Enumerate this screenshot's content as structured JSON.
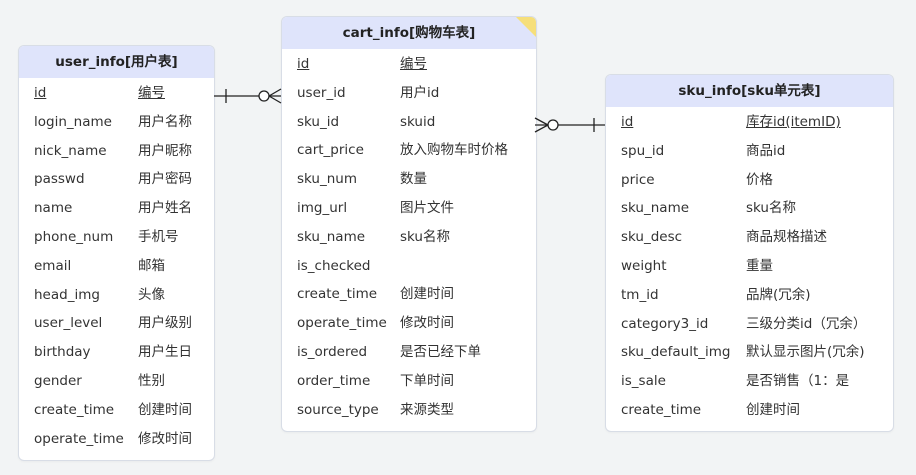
{
  "tables": {
    "user_info": {
      "title": "user_info[用户表]",
      "rows": [
        {
          "field": "id",
          "desc": "编号",
          "pk": true
        },
        {
          "field": "login_name",
          "desc": "用户名称"
        },
        {
          "field": "nick_name",
          "desc": "用户昵称"
        },
        {
          "field": "passwd",
          "desc": "用户密码"
        },
        {
          "field": "name",
          "desc": "用户姓名"
        },
        {
          "field": "phone_num",
          "desc": "手机号"
        },
        {
          "field": "email",
          "desc": "邮箱"
        },
        {
          "field": "head_img",
          "desc": "头像"
        },
        {
          "field": "user_level",
          "desc": "用户级别"
        },
        {
          "field": "birthday",
          "desc": "用户生日"
        },
        {
          "field": "gender",
          "desc": "性别"
        },
        {
          "field": "create_time",
          "desc": "创建时间"
        },
        {
          "field": "operate_time",
          "desc": "修改时间"
        }
      ]
    },
    "cart_info": {
      "title": "cart_info[购物车表]",
      "rows": [
        {
          "field": "id",
          "desc": "编号",
          "pk": true
        },
        {
          "field": "user_id",
          "desc": "用户id"
        },
        {
          "field": "sku_id",
          "desc": "skuid"
        },
        {
          "field": "cart_price",
          "desc": "放入购物车时价格"
        },
        {
          "field": "sku_num",
          "desc": "数量"
        },
        {
          "field": "img_url",
          "desc": "图片文件"
        },
        {
          "field": "sku_name",
          "desc": "sku名称"
        },
        {
          "field": "is_checked",
          "desc": ""
        },
        {
          "field": "create_time",
          "desc": "创建时间"
        },
        {
          "field": "operate_time",
          "desc": "修改时间"
        },
        {
          "field": "is_ordered",
          "desc": "是否已经下单"
        },
        {
          "field": "order_time",
          "desc": "下单时间"
        },
        {
          "field": "source_type",
          "desc": "来源类型"
        }
      ]
    },
    "sku_info": {
      "title": "sku_info[sku单元表]",
      "rows": [
        {
          "field": "id",
          "desc": "库存id(itemID)",
          "pk": true
        },
        {
          "field": "spu_id",
          "desc": "商品id"
        },
        {
          "field": "price",
          "desc": "价格"
        },
        {
          "field": "sku_name",
          "desc": "sku名称"
        },
        {
          "field": "sku_desc",
          "desc": "商品规格描述"
        },
        {
          "field": "weight",
          "desc": "重量"
        },
        {
          "field": "tm_id",
          "desc": "品牌(冗余)"
        },
        {
          "field": "category3_id",
          "desc": "三级分类id（冗余）"
        },
        {
          "field": "sku_default_img",
          "desc": "默认显示图片(冗余)"
        },
        {
          "field": "is_sale",
          "desc": "是否销售（1：是"
        },
        {
          "field": "create_time",
          "desc": "创建时间"
        }
      ]
    }
  },
  "colors": {
    "header_bg": "#dfe4fb",
    "border": "#d8dde6",
    "line": "#222222",
    "corner_flag": "#f6df7a"
  },
  "relationships": [
    {
      "from": "user_info.id",
      "to": "cart_info.user_id",
      "from_card": "one",
      "to_card": "zero-or-many"
    },
    {
      "from": "cart_info.sku_id",
      "to": "sku_info.id",
      "from_card": "zero-or-many",
      "to_card": "one"
    }
  ]
}
